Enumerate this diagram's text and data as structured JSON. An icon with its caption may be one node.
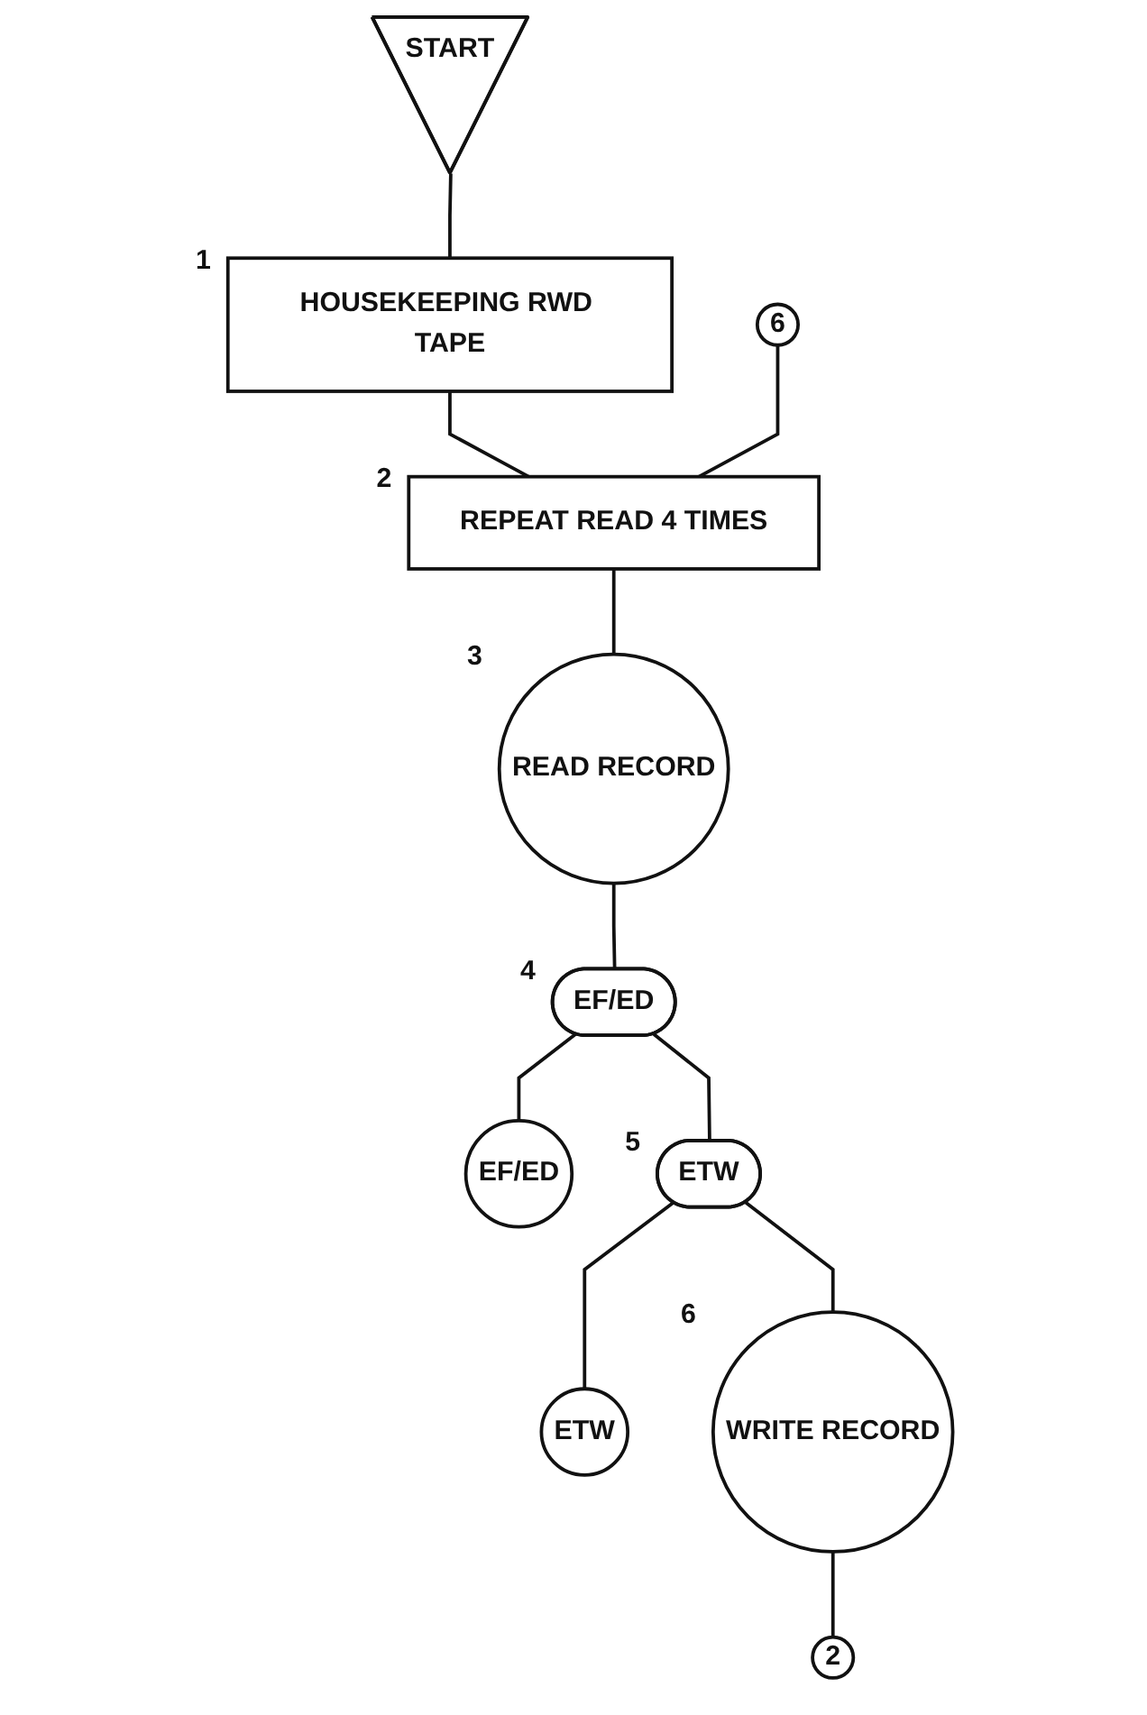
{
  "diagram": {
    "nodes": [
      {
        "text": [
          "START"
        ]
      },
      {
        "text": [
          "HOUSEKEEPING RWD TAPE"
        ],
        "beside": [
          "1"
        ]
      },
      {
        "text": [
          "6"
        ]
      },
      {
        "text": [
          "REPEAT READ 4 TIMES"
        ],
        "beside": [
          "2"
        ]
      },
      {
        "text": [
          "READ RECORD"
        ],
        "beside": [
          "3"
        ]
      },
      {
        "text": [
          "EF/ED"
        ],
        "beside": [
          "4"
        ]
      },
      {
        "text": [
          "EF/ED"
        ]
      },
      {
        "text": [
          "ETW"
        ],
        "beside": [
          "5"
        ]
      },
      {
        "text": [
          "ETW"
        ]
      },
      {
        "text": [
          "WRITE RECORD"
        ],
        "beside": [
          "6"
        ]
      },
      {
        "text": [
          "2"
        ]
      }
    ],
    "edges": [
      {
        "from": 0,
        "to": 1,
        "arrow": "none"
      },
      {
        "from": 1,
        "to": 3,
        "arrow": "none"
      },
      {
        "from": 2,
        "to": 3,
        "arrow": "none"
      },
      {
        "from": 3,
        "to": 4,
        "arrow": "none"
      },
      {
        "from": 4,
        "to": 5,
        "arrow": "none"
      },
      {
        "from": 5,
        "to": 6,
        "arrow": "none"
      },
      {
        "from": 5,
        "to": 7,
        "arrow": "none"
      },
      {
        "from": 7,
        "to": 8,
        "arrow": "none"
      },
      {
        "from": 7,
        "to": 9,
        "arrow": "none"
      },
      {
        "from": 9,
        "to": 10,
        "arrow": "none"
      }
    ]
  }
}
